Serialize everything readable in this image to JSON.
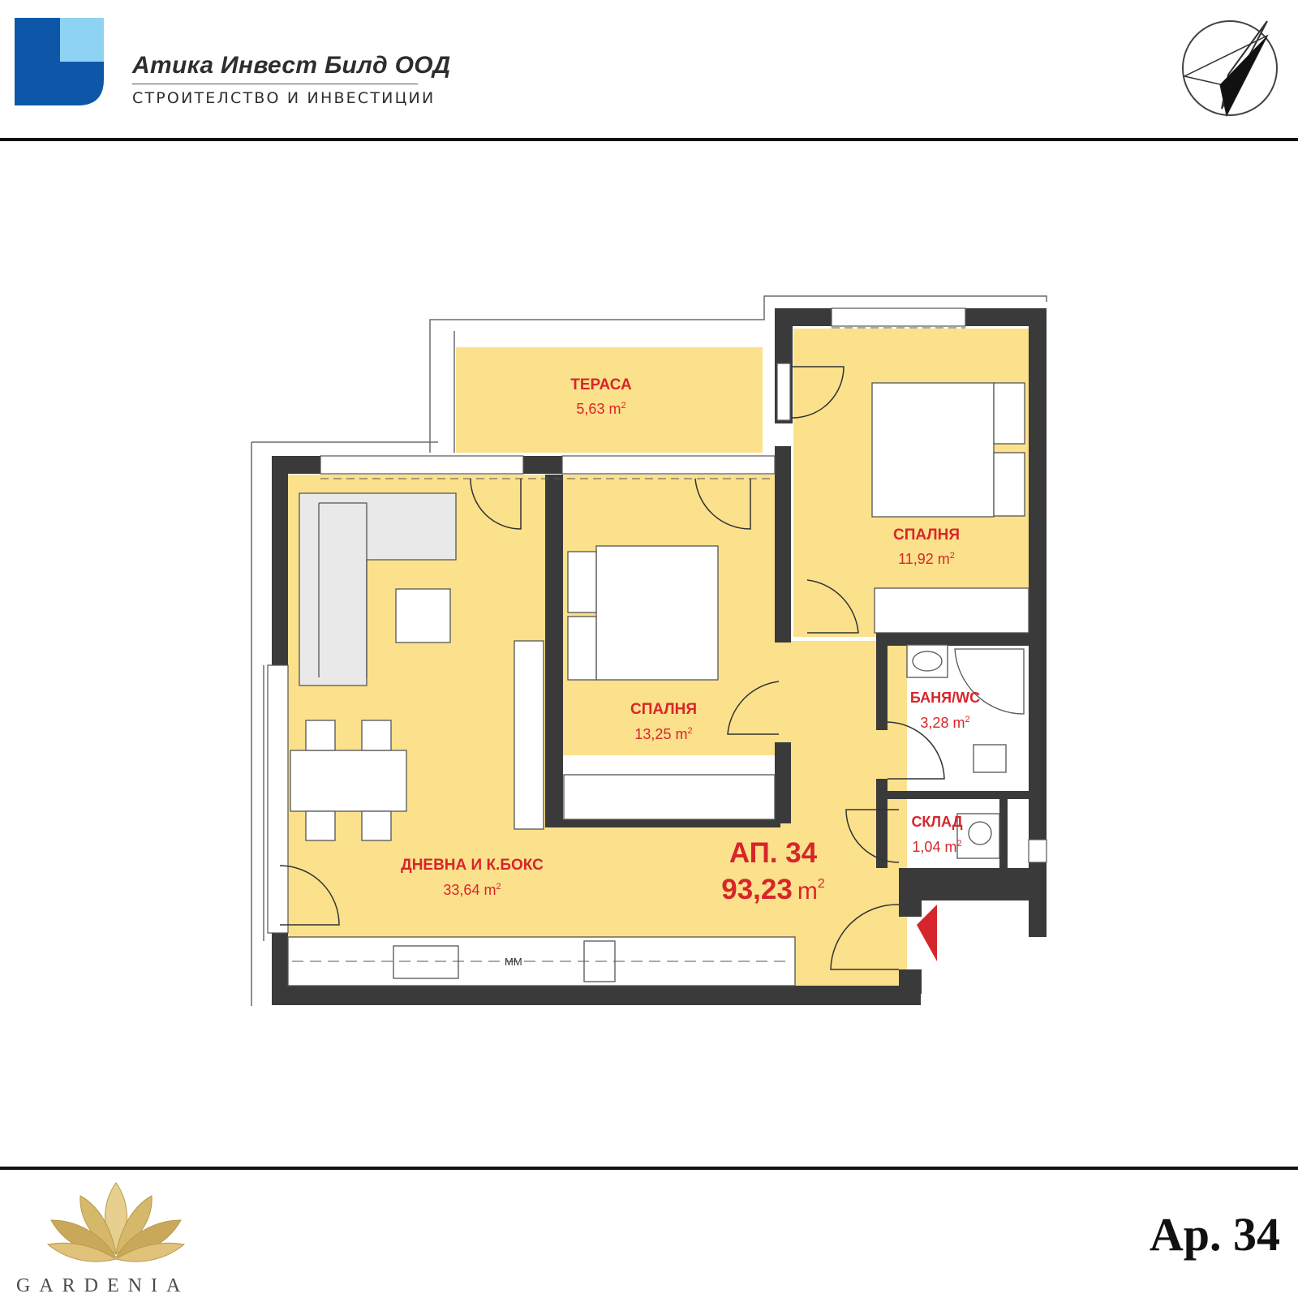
{
  "header": {
    "company_name": "Атика Инвест Билд ООД",
    "company_tagline": "СТРОИТЕЛСТВО И ИНВЕСТИЦИИ",
    "logo_colors": {
      "light": "#8fd3f4",
      "dark": "#0e57a8"
    },
    "north_icon": "north-arrow-icon"
  },
  "plan": {
    "colors": {
      "floor": "#fbe18c",
      "wall": "#3a3a3a",
      "label": "#d7262b",
      "entrance": "#d7262b"
    },
    "rooms": [
      {
        "id": "terrace",
        "name": "ТЕРАСА",
        "area_value": "5,63 m",
        "area_sup": "2"
      },
      {
        "id": "bedroom-north",
        "name": "СПАЛНЯ",
        "area_value": "11,92 m",
        "area_sup": "2"
      },
      {
        "id": "bedroom-middle",
        "name": "СПАЛНЯ",
        "area_value": "13,25 m",
        "area_sup": "2"
      },
      {
        "id": "bathroom",
        "name": "БАНЯ/WC",
        "area_value": "3,28 m",
        "area_sup": "2"
      },
      {
        "id": "storage",
        "name": "СКЛАД",
        "area_value": "1,04 m",
        "area_sup": "2"
      },
      {
        "id": "living",
        "name": "ДНЕВНА И К.БОКС",
        "area_value": "33,64 m",
        "area_sup": "2"
      }
    ],
    "apartment": {
      "label": "АП. 34",
      "area_value": "93,23",
      "area_unit": "m",
      "area_sup": "2"
    },
    "kitchen_label": "MM"
  },
  "footer": {
    "brand_name": "GARDENIA",
    "apartment_code": "Ap. 34",
    "lotus_color": "#d6b86a"
  }
}
